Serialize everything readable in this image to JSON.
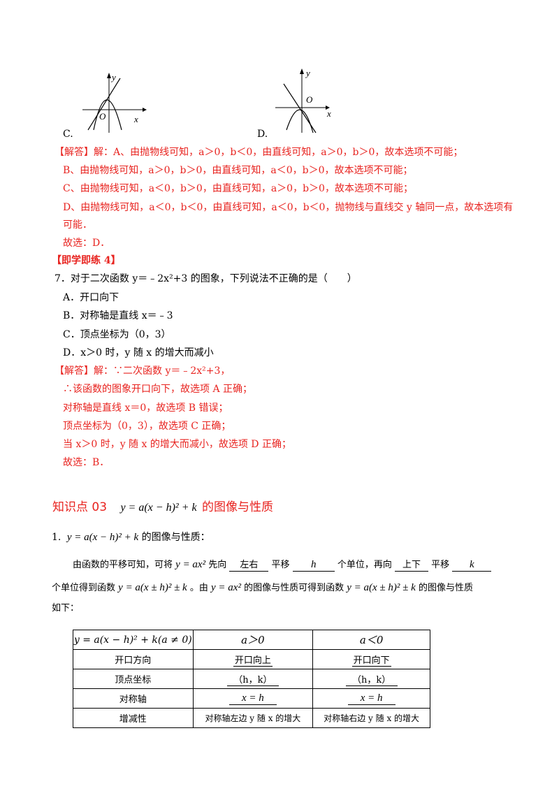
{
  "graphs": {
    "c": {
      "label": "C.",
      "y_axis": "y",
      "x_axis": "x",
      "origin": "O"
    },
    "d": {
      "label": "D.",
      "y_axis": "y",
      "x_axis": "x",
      "origin": "O"
    }
  },
  "answer_prev": {
    "lines": [
      "【解答】解：A、由抛物线可知，a＞0，b＜0，由直线可知，a＞0，b＞0，故本选项不可能；",
      "B、由抛物线可知，a＞0，b＞0，由直线可知，a＜0，b＞0，故本选项不可能；",
      "C、由抛物线可知，a＜0，b＞0，由直线可知，a＞0，b＞0，故本选项不可能；",
      "D、由抛物线可知，a＜0，b＜0，由直线可知，a＜0，b＜0，抛物线与直线交 y 轴同一点，故本选项有",
      "可能．",
      "故选：D．"
    ]
  },
  "practice_title": "【即学即练 4】",
  "question7": {
    "stem": "7．对于二次函数 y＝﹣2x²+3 的图象，下列说法不正确的是（　　）",
    "options": [
      "A．开口向下",
      "B．对称轴是直线 x＝﹣3",
      "C．顶点坐标为（0，3）",
      "D．x＞0 时，y 随 x 的增大而减小"
    ],
    "answer": [
      "【解答】解：∵二次函数 y＝﹣2x²+3，",
      "∴该函数的图象开口向下，故选项 A 正确；",
      "对称轴是直线 x＝0，故选项 B 错误；",
      "顶点坐标为（0，3），故选项 C 正确；",
      "当 x＞0 时，y 随 x 的增大而减小，故选项 D 正确；",
      "故选：B．"
    ]
  },
  "section": {
    "number": "知识点 03",
    "formula": "y = a(x − h)² + k",
    "title": "的图像与性质"
  },
  "item1": {
    "index": "1.",
    "formula": "y = a(x − h)² + k",
    "title": "的图像与性质："
  },
  "paragraph": {
    "p1": "由函数的平移可知，可将",
    "f1": "y = ax²",
    "p2": "先向",
    "blank1": "左右",
    "p3": "平移",
    "blank2": "h",
    "p4": "个单位，再向",
    "blank3": "上下",
    "p5": "平移",
    "blank4": "k",
    "p6": "个单位得到函数",
    "f2": "y = a(x ± h)² ± k",
    "p7": "。由",
    "f3": "y = ax²",
    "p8": "的图像与性质可得到函数",
    "f4": "y = a(x ± h)² ± k",
    "p9": "的图像与性质",
    "p10": "如下："
  },
  "table": {
    "header": [
      "y = a(x − h)² + k(a ≠ 0)",
      "a＞0",
      "a＜0"
    ],
    "rows": [
      {
        "label": "开口方向",
        "pos": "开口向上",
        "neg": "开口向下"
      },
      {
        "label": "顶点坐标",
        "pos": "（h，k）",
        "neg": "（h，k）"
      },
      {
        "label": "对称轴",
        "pos": "x = h",
        "neg": "x = h"
      },
      {
        "label": "增减性",
        "pos": "对称轴左边 y 随 x 的增大",
        "neg": "对称轴右边 y 随 x 的增大"
      }
    ]
  },
  "colors": {
    "answer": "#e8231f",
    "heading": "#e8231f",
    "text": "#000000"
  }
}
